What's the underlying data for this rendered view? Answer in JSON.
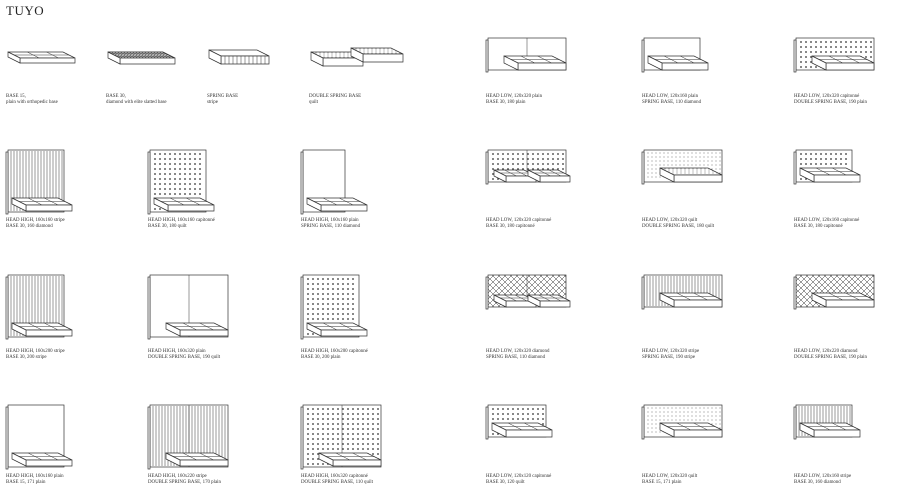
{
  "page_title": "TUYO",
  "items": [
    {
      "line1": "BASE 15,",
      "line2": "plain with orthopedic base",
      "kind": "base-plain"
    },
    {
      "line1": "BASE 30,",
      "line2": "diamond with elite slatted base",
      "kind": "base-dark"
    },
    {
      "line1": "SPRING BASE",
      "line2": "stripe",
      "kind": "spring-single"
    },
    {
      "line1": "DOUBLE SPRING BASE",
      "line2": "quilt",
      "kind": "spring-double"
    },
    {
      "line1": "HEAD LOW, 120x320 plain",
      "line2": "BASE 30, 180 plain",
      "kind": "low-wide-plain"
    },
    {
      "line1": "HEAD LOW, 120x160 plain",
      "line2": "SPRING BASE, 110 diamond",
      "kind": "low-plain"
    },
    {
      "line1": "HEAD LOW, 120x320 capitonné",
      "line2": "DOUBLE SPRING BASE, 190 plain",
      "kind": "low-capitonne"
    },
    {
      "line1": "HEAD HIGH, 160x160 stripe",
      "line2": "BASE 30, 160 diamond",
      "kind": "high-stripe"
    },
    {
      "line1": "HEAD HIGH, 160x160 capitonné",
      "line2": "BASE 30, 180 quilt",
      "kind": "high-capitonne"
    },
    {
      "line1": "HEAD HIGH, 160x160 plain",
      "line2": "SPRING BASE, 110 diamond",
      "kind": "high-plain-narrow"
    },
    {
      "line1": "HEAD LOW, 120x320 capitonné",
      "line2": "BASE 30, 180 capitonné",
      "kind": "low-capitonne-twin"
    },
    {
      "line1": "HEAD LOW, 120x320 quilt",
      "line2": "DOUBLE SPRING BASE, 180 quilt",
      "kind": "low-quilt"
    },
    {
      "line1": "HEAD LOW, 120x160 capitonné",
      "line2": "BASE 30, 180 capitonné",
      "kind": "low-capitonne-single"
    },
    {
      "line1": "HEAD HIGH, 160x200 stripe",
      "line2": "BASE 30, 200 stripe",
      "kind": "high-stripe"
    },
    {
      "line1": "HEAD HIGH, 160x320 plain",
      "line2": "DOUBLE SPRING BASE, 190 quilt",
      "kind": "high-wide-plain"
    },
    {
      "line1": "HEAD HIGH, 160x200 capitonné",
      "line2": "BASE 30, 200 plain",
      "kind": "high-capitonne"
    },
    {
      "line1": "HEAD LOW, 120x320 diamond",
      "line2": "SPRING BASE, 110 diamond",
      "kind": "low-diamond-twin"
    },
    {
      "line1": "HEAD LOW, 120x320 stripe",
      "line2": "SPRING BASE, 190 stripe",
      "kind": "low-stripe"
    },
    {
      "line1": "HEAD LOW, 120x220 diamond",
      "line2": "DOUBLE SPRING BASE, 190 plain",
      "kind": "low-diamond"
    },
    {
      "line1": "HEAD HIGH, 160x160 plain",
      "line2": "BASE 15, 171 plain",
      "kind": "high-plain-base"
    },
    {
      "line1": "HEAD HIGH, 160x220 stripe",
      "line2": "DOUBLE SPRING BASE, 170 plain",
      "kind": "high-stripe-wide"
    },
    {
      "line1": "HEAD HIGH, 160x320 capitonné",
      "line2": "DOUBLE SPRING BASE, 110 quilt",
      "kind": "high-capitonne-twin"
    },
    {
      "line1": "HEAD LOW, 120x120 capitonné",
      "line2": "BASE 30, 120 quilt",
      "kind": "low-capitonne-small"
    },
    {
      "line1": "HEAD LOW, 120x320 quilt",
      "line2": "BASE 15, 171 plain",
      "kind": "low-quilt-base"
    },
    {
      "line1": "HEAD LOW, 120x160 stripe",
      "line2": "BASE 30, 160 diamond",
      "kind": "low-stripe-base"
    }
  ]
}
